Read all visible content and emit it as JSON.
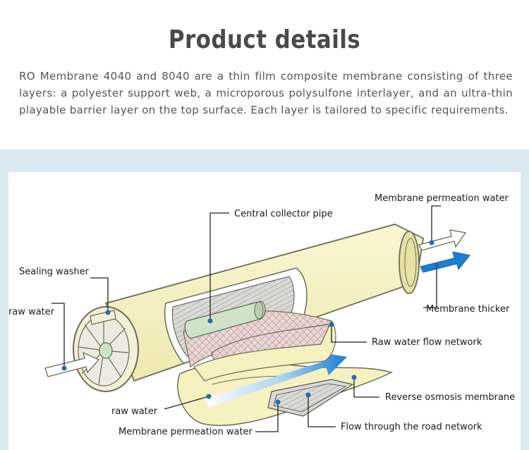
{
  "header": {
    "title": "Product details",
    "description": "RO Membrane 4040 and 8040 are a thin film composite membrane consisting of three layers: a polyester support web, a microporous polysulfone interlayer, and an ultra-thin playable barrier layer on the top surface. Each layer is tailored to specific requirements."
  },
  "diagram": {
    "labels": {
      "membrane_permeation_water_top": "Membrane permeation water",
      "central_collector_pipe": "Central collector pipe",
      "sealing_washer": "Sealing washer",
      "raw_water_left": "raw water",
      "membrane_thicker": "Membrane thicker",
      "raw_water_flow_network": "Raw water flow network",
      "reverse_osmosis_membrane": "Reverse osmosis membrane",
      "raw_water_bottom": "raw water",
      "flow_through_road_network": "Flow through the road network",
      "membrane_permeation_water_bottom": "Membrane permeation water"
    },
    "colors": {
      "band": "#dbe9f2",
      "cylinder": "#f6f1c0",
      "cylinder_edge": "#6b6b55",
      "mesh": "#e6cfd0",
      "flow_arrow": "#1a7fd1",
      "dot": "#2a69ad"
    }
  }
}
